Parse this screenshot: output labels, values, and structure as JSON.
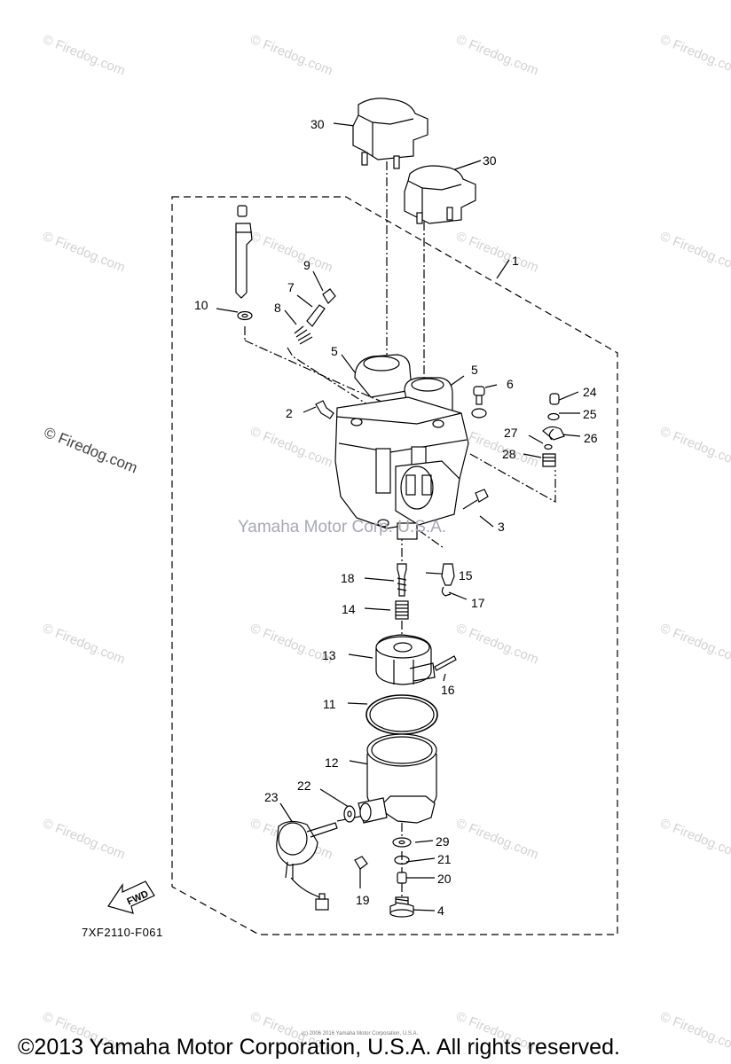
{
  "watermarks": {
    "text": "© Firedog.com",
    "center_text": "Yamaha Motor Corp. U.S.A."
  },
  "callouts": [
    "1",
    "2",
    "3",
    "4",
    "5",
    "5",
    "6",
    "7",
    "8",
    "9",
    "10",
    "11",
    "12",
    "13",
    "14",
    "15",
    "16",
    "17",
    "18",
    "19",
    "20",
    "21",
    "22",
    "23",
    "24",
    "25",
    "26",
    "27",
    "28",
    "29",
    "30",
    "30"
  ],
  "diagram_code": "7XF2110-F061",
  "fwd_label": "FWD",
  "fine_print": "(c) 2006 2016 Yamaha Motor Corporation, U.S.A.",
  "footer": "©2013 Yamaha Motor Corporation, U.S.A. All rights reserved."
}
